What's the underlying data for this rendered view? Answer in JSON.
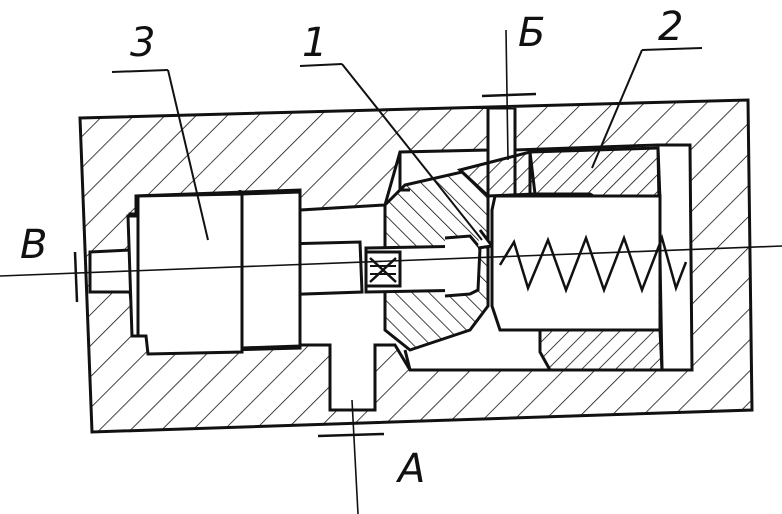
{
  "labels": {
    "part_1": "1",
    "part_2": "2",
    "part_3": "3",
    "port_a": "А",
    "port_b": "Б",
    "port_v": "В"
  },
  "colors": {
    "ink": "#111111",
    "background": "#ffffff"
  }
}
